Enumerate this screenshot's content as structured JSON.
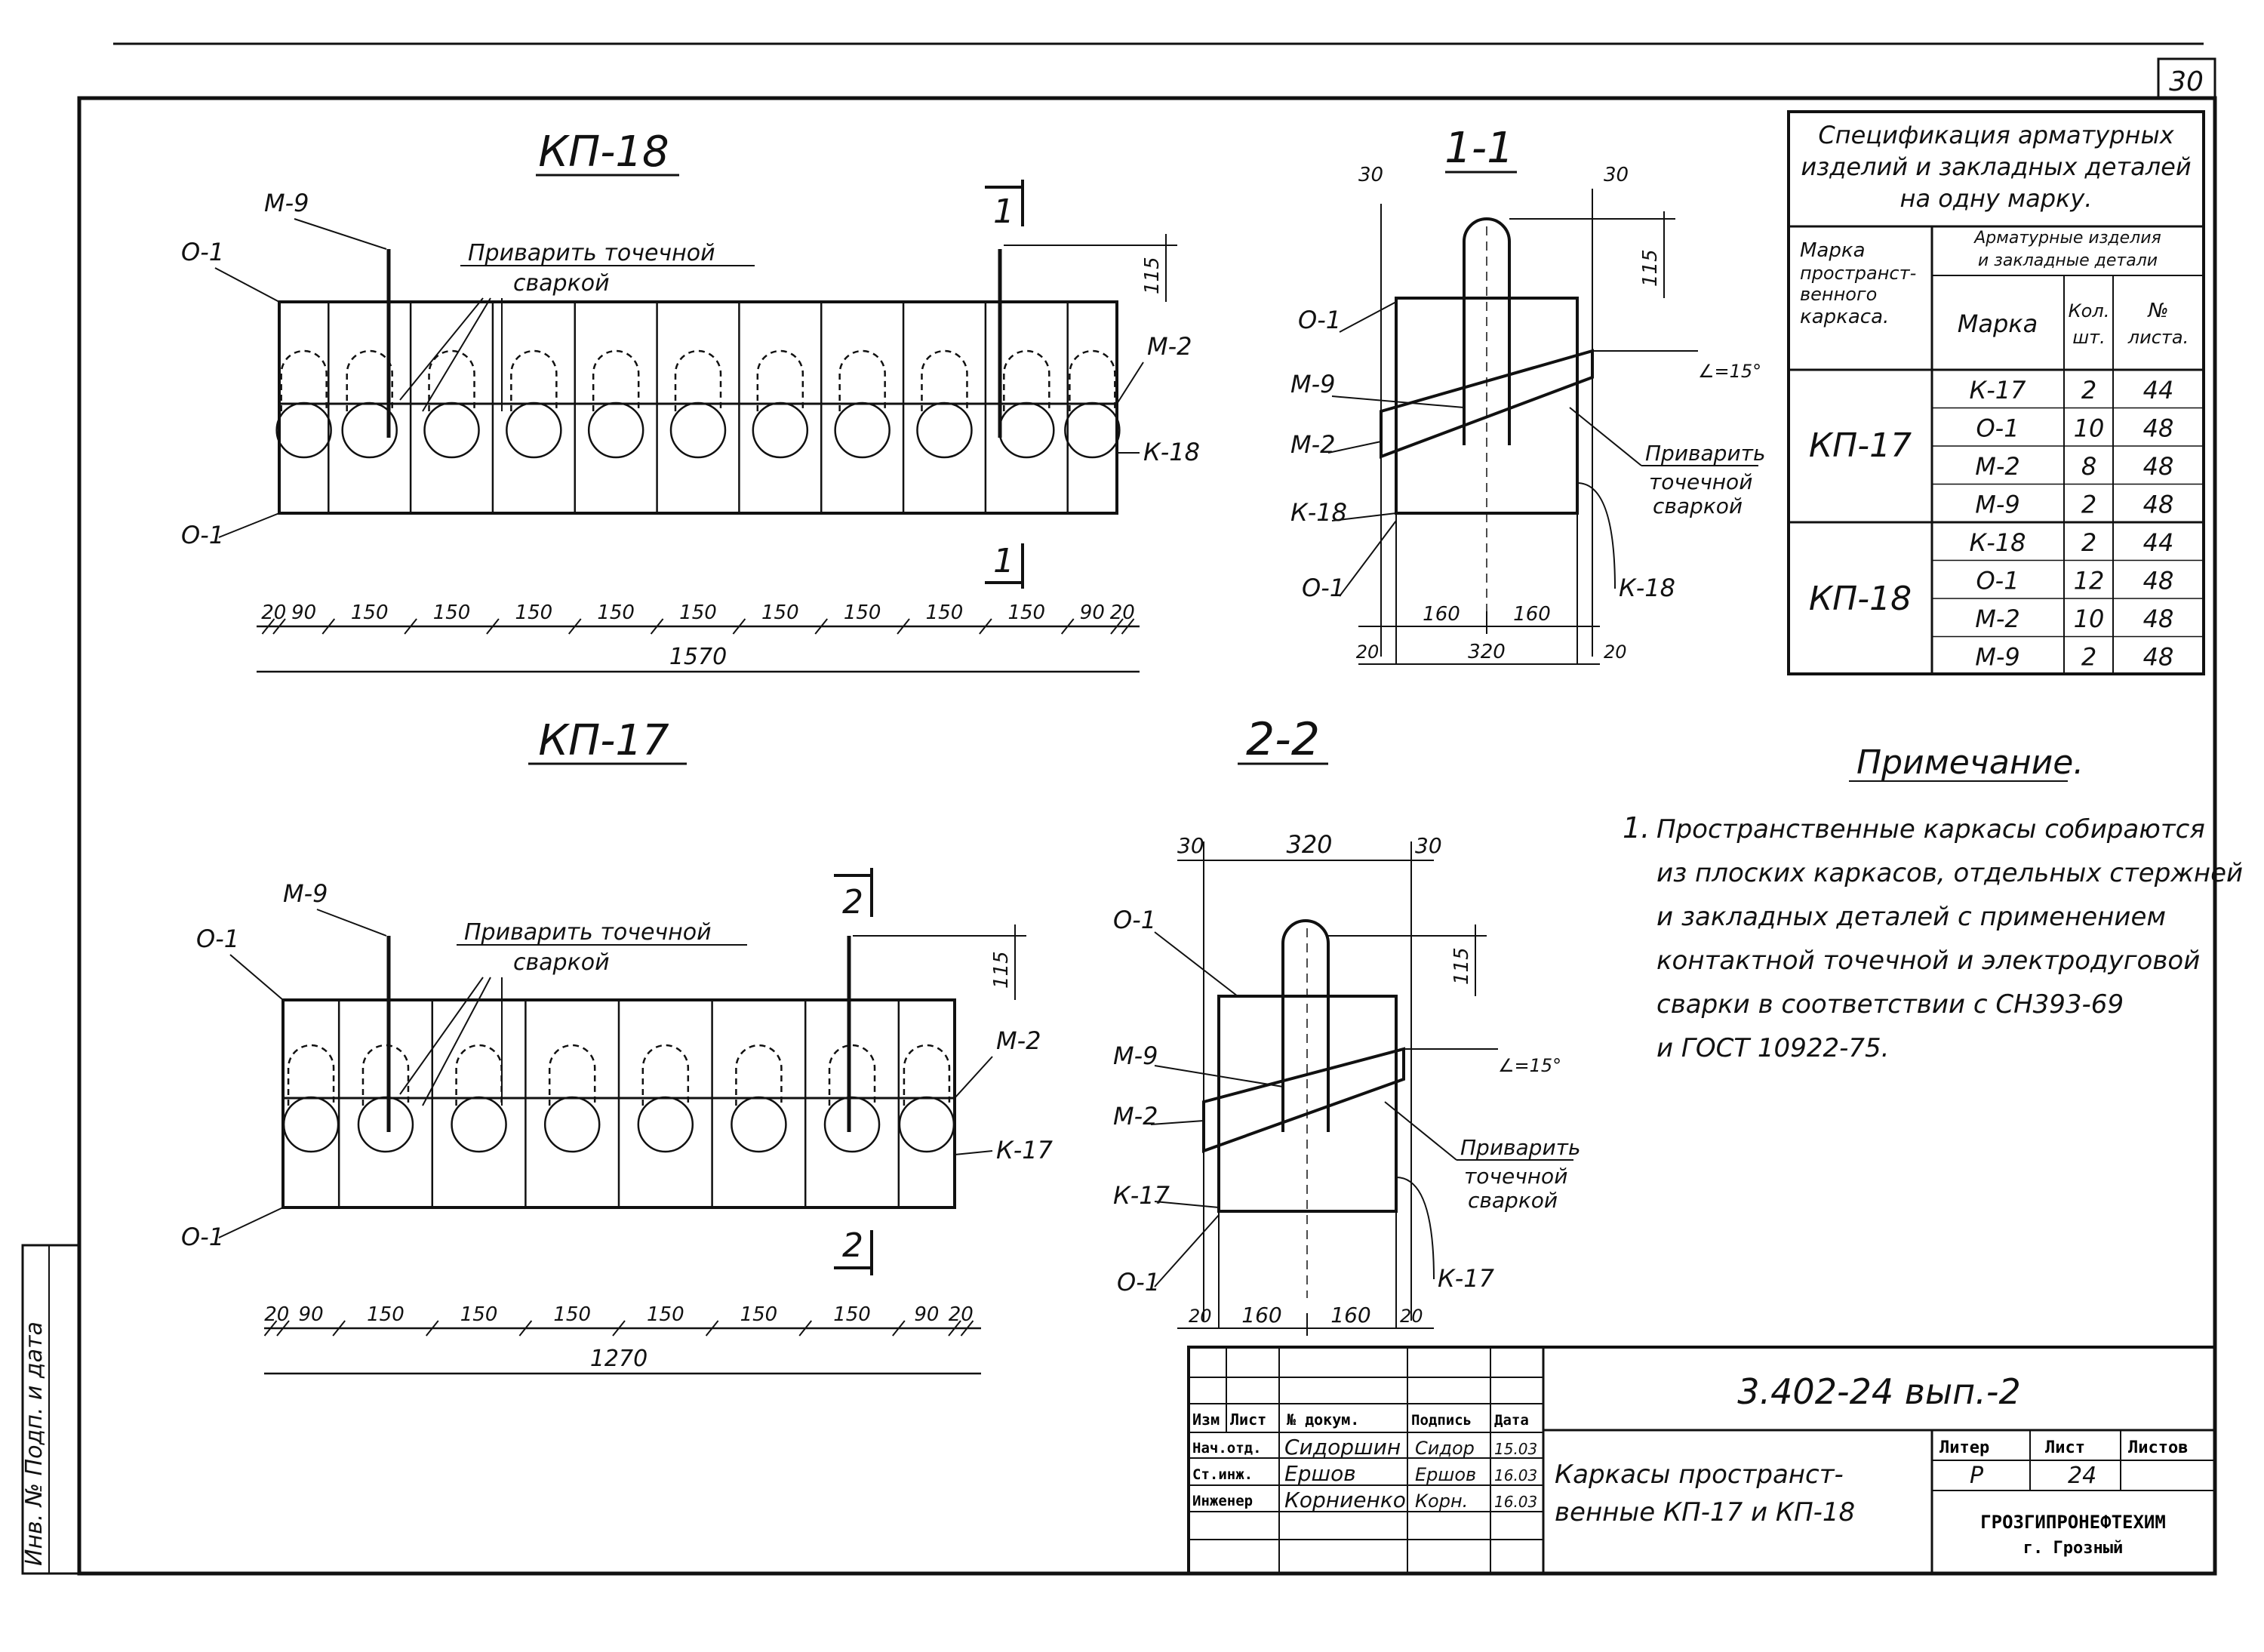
{
  "sheet_corner_number": "30",
  "kp18": {
    "title": "КП-18",
    "labels": {
      "m9": "М-9",
      "o1_top": "О-1",
      "o1_bottom": "О-1",
      "m2": "М-2",
      "k18": "К-18"
    },
    "weld_note_line1": "Приварить точечной",
    "weld_note_line2": "сваркой",
    "section_mark": "1",
    "dim_115": "115",
    "dims": [
      "20",
      "90",
      "150",
      "150",
      "150",
      "150",
      "150",
      "150",
      "150",
      "150",
      "150",
      "90",
      "20"
    ],
    "total": "1570"
  },
  "kp17": {
    "title": "КП-17",
    "labels": {
      "m9": "М-9",
      "o1_top": "О-1",
      "o1_bottom": "О-1",
      "m2": "М-2",
      "k17": "К-17"
    },
    "weld_note_line1": "Приварить точечной",
    "weld_note_line2": "сваркой",
    "section_mark": "2",
    "dim_115": "115",
    "dims": [
      "20",
      "90",
      "150",
      "150",
      "150",
      "150",
      "150",
      "150",
      "90",
      "20"
    ],
    "total": "1270"
  },
  "sec11": {
    "title": "1-1",
    "dim_30_left": "30",
    "dim_30_right": "30",
    "dim_115": "115",
    "angle": "∠=15°",
    "labels": {
      "o1": "О-1",
      "m9": "М-9",
      "m2": "М-2",
      "k18_left": "К-18",
      "o1_bottom": "О-1",
      "k18_right": "К-18"
    },
    "weld_line1": "Приварить",
    "weld_line2": "точечной",
    "weld_line3": "сваркой",
    "dim_160a": "160",
    "dim_160b": "160",
    "dim_20a": "20",
    "dim_320": "320",
    "dim_20b": "20"
  },
  "sec22": {
    "title": "2-2",
    "dim_30_left": "30",
    "dim_320": "320",
    "dim_30_right": "30",
    "dim_115": "115",
    "angle": "∠=15°",
    "labels": {
      "o1": "О-1",
      "m9": "М-9",
      "m2": "М-2",
      "k17_left": "К-17",
      "o1_bottom": "О-1",
      "k17_right": "К-17"
    },
    "weld_line1": "Приварить",
    "weld_line2": "точечной",
    "weld_line3": "сваркой",
    "dim_20a": "20",
    "dim_160a": "160",
    "dim_160b": "160",
    "dim_20b": "20"
  },
  "spec": {
    "title_lines": [
      "Спецификация арматурных",
      "изделий и закладных деталей",
      "на одну марку."
    ],
    "col1_header": [
      "Марка",
      "пространст-",
      "венного",
      "каркаса."
    ],
    "group_header": [
      "Арматурные изделия",
      "и закладные детали"
    ],
    "sub_headers": {
      "mark": "Марка",
      "qty": [
        "Кол.",
        "шт."
      ],
      "sheet": [
        "№",
        "листа."
      ]
    },
    "groups": [
      {
        "frame": "КП-17",
        "rows": [
          [
            "К-17",
            "2",
            "44"
          ],
          [
            "О-1",
            "10",
            "48"
          ],
          [
            "М-2",
            "8",
            "48"
          ],
          [
            "М-9",
            "2",
            "48"
          ]
        ]
      },
      {
        "frame": "КП-18",
        "rows": [
          [
            "К-18",
            "2",
            "44"
          ],
          [
            "О-1",
            "12",
            "48"
          ],
          [
            "М-2",
            "10",
            "48"
          ],
          [
            "М-9",
            "2",
            "48"
          ]
        ]
      }
    ]
  },
  "note": {
    "title": "Примечание.",
    "number": "1.",
    "lines": [
      "Пространственные каркасы собираются",
      "из плоских каркасов, отдельных стержней",
      "и закладных деталей с применением",
      "контактной точечной и электродуговой",
      "сварки в соответствии с СН393-69",
      "и ГОСТ 10922-75."
    ]
  },
  "titleblock": {
    "code": "3.402-24 вып.-2",
    "headers": [
      "Изм",
      "Лист",
      "№ докум.",
      "Подпись",
      "Дата"
    ],
    "rows": [
      {
        "role": "Нач.отд.",
        "name": "Сидоршин",
        "sign": "Сидор",
        "date": "15.03"
      },
      {
        "role": "Ст.инж.",
        "name": "Ершов",
        "sign": "Ершов",
        "date": "16.03"
      },
      {
        "role": "Инженер",
        "name": "Корниенко",
        "sign": "Корн.",
        "date": "16.03"
      }
    ],
    "title_line1": "Каркасы пространст-",
    "title_line2": "венные КП-17 и КП-18",
    "stage_label": "Литер",
    "sheet_label": "Лист",
    "sheets_label": "Листов",
    "stage": "Р",
    "sheet": "24",
    "org_line1": "ГРОЗГИПРОНЕФТЕХИМ",
    "org_line2": "г. Грозный"
  },
  "side_stamp": "Инв. № Подп. и дата"
}
